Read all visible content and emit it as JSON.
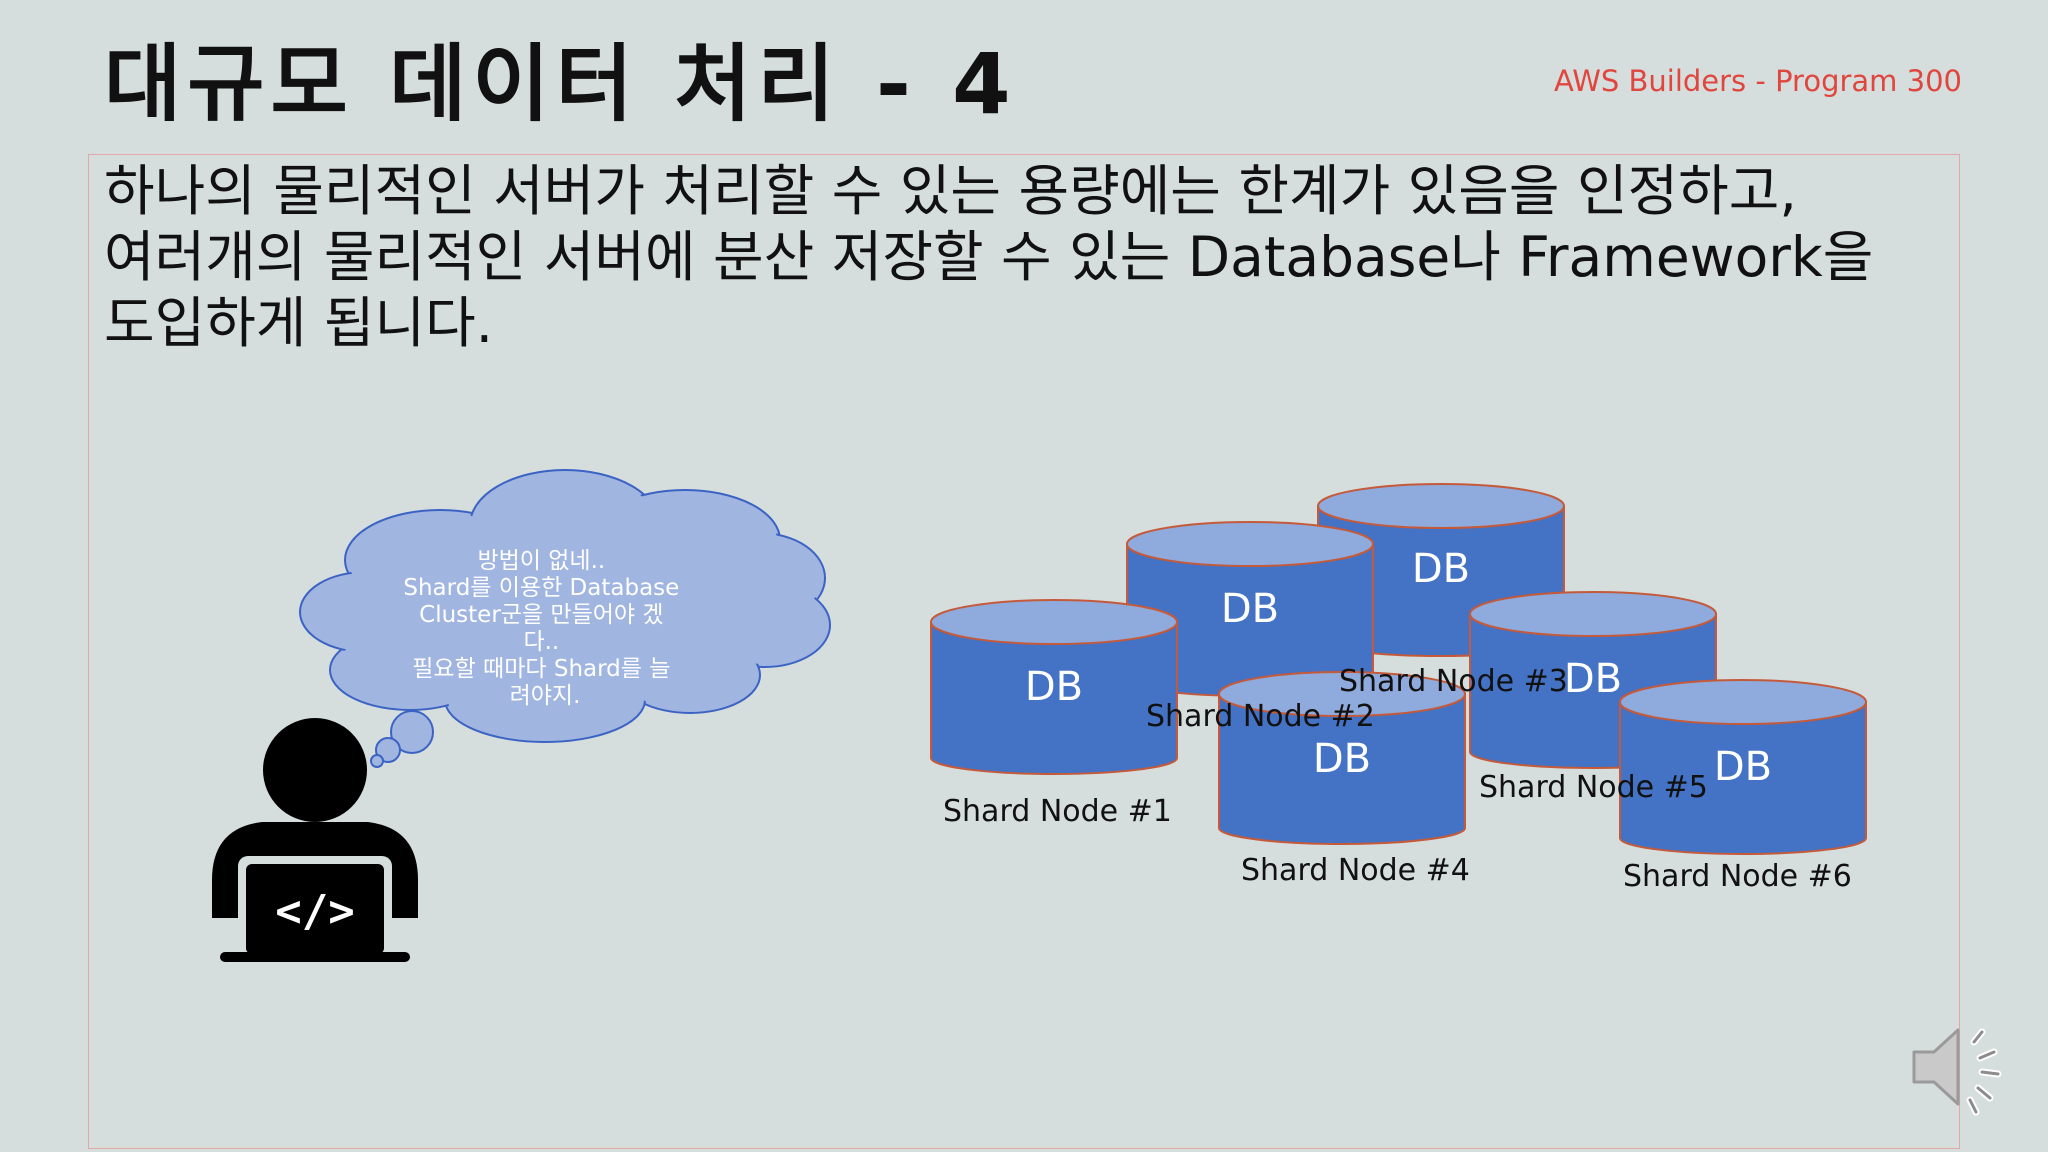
{
  "slide": {
    "title": "대규모 데이터 처리 - 4",
    "brand": "AWS Builders - Program 300",
    "body_lines": [
      "하나의 물리적인 서버가 처리할 수 있는 용량에는 한계가 있음을 인정하고,",
      "여러개의 물리적인 서버에 분산 저장할 수 있는 Database나 Framework을",
      "도입하게 됩니다."
    ]
  },
  "thought_bubble": {
    "lines": [
      "방법이 없네..",
      "Shard를 이용한 Database",
      "Cluster군을 만들어야 겠",
      "다..",
      "필요할 때마다 Shard를 늘",
      "려야지."
    ]
  },
  "database_nodes": [
    {
      "db_label": "DB",
      "name": "Shard Node #1"
    },
    {
      "db_label": "DB",
      "name": "Shard Node #2"
    },
    {
      "db_label": "DB",
      "name": "Shard Node #3"
    },
    {
      "db_label": "DB",
      "name": "Shard Node #4"
    },
    {
      "db_label": "DB",
      "name": "Shard Node #5"
    },
    {
      "db_label": "DB",
      "name": "Shard Node #6"
    }
  ],
  "colors": {
    "cylinder_body": "#4472c4",
    "cylinder_top": "#8faadc",
    "cylinder_edge": "#c55a3a",
    "cloud_fill": "#a1b5e1",
    "cloud_edge": "#3b63c4",
    "brand_text": "#e0453e"
  },
  "icons": {
    "developer": "developer-laptop-icon",
    "speaker": "speaker-icon"
  }
}
